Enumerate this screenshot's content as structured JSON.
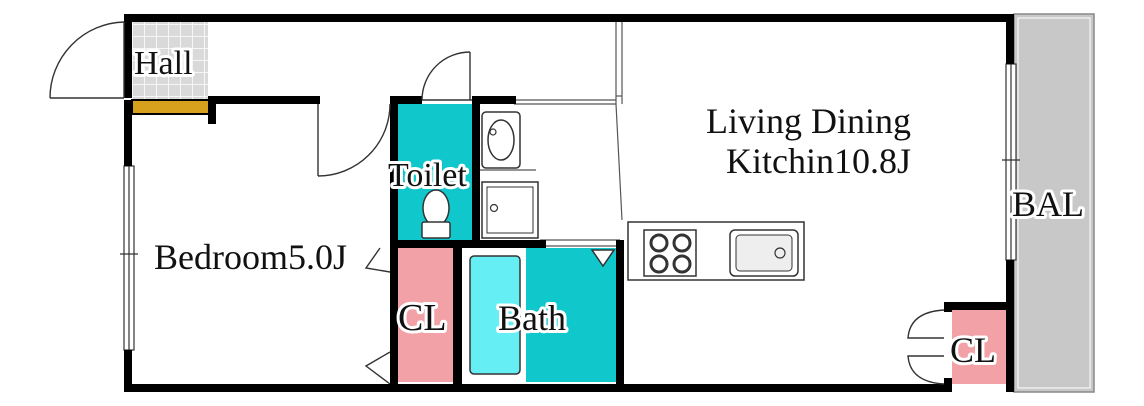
{
  "rooms": {
    "hall": "Hall",
    "living_line1": "Living Dining",
    "living_line2": "Kitchin10.8J",
    "bal": "BAL",
    "toilet": "Toilet",
    "bedroom": "Bedroom5.0J",
    "closet_left": "CL",
    "bath": "Bath",
    "closet_right": "CL"
  },
  "colors": {
    "wall": "#000000",
    "balcony": "#c8c8c8",
    "tile": "#d9d9d9",
    "hall_step": "#d7a11e",
    "toilet_fill": "#10c8cc",
    "bath_fill": "#10c8cc",
    "tub_fill": "#66eef5",
    "closet_fill": "#f2a1a6"
  }
}
